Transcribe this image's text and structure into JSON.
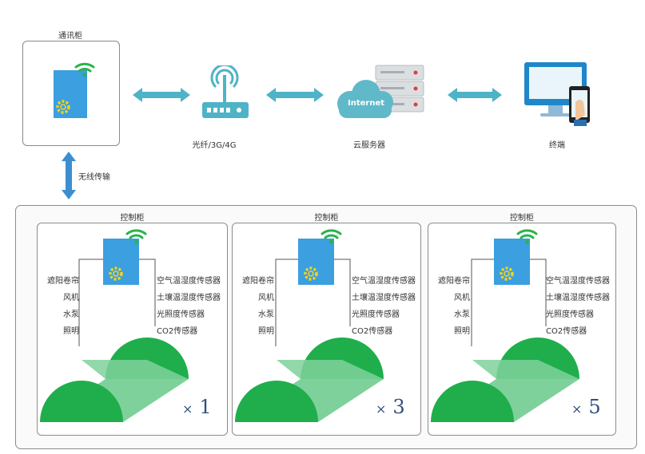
{
  "top": {
    "comm_cabinet_label": "通讯柜",
    "fiber_label": "光纤/3G/4G",
    "cloud_label": "云服务器",
    "cloud_text": "Internet",
    "terminal_label": "终端",
    "wireless_label": "无线传输"
  },
  "panels": [
    {
      "title": "控制柜",
      "actuators": [
        "遮阳卷帘",
        "风机",
        "水泵",
        "照明"
      ],
      "sensors": [
        "空气温湿度传感器",
        "土壤温湿度传感器",
        "光照度传感器",
        "CO2传感器"
      ],
      "multiplier_symbol": "×",
      "multiplier_value": "1"
    },
    {
      "title": "控制柜",
      "actuators": [
        "遮阳卷帘",
        "风机",
        "水泵",
        "照明"
      ],
      "sensors": [
        "空气温湿度传感器",
        "土壤温湿度传感器",
        "光照度传感器",
        "CO2传感器"
      ],
      "multiplier_symbol": "×",
      "multiplier_value": "3"
    },
    {
      "title": "控制柜",
      "actuators": [
        "遮阳卷帘",
        "风机",
        "水泵",
        "照明"
      ],
      "sensors": [
        "空气温湿度传感器",
        "土壤温湿度传感器",
        "光照度传感器",
        "CO2传感器"
      ],
      "multiplier_symbol": "×",
      "multiplier_value": "5"
    }
  ],
  "colors": {
    "arrow": "#4fb3c7",
    "vertical_arrow": "#3b8fd0",
    "cabinet": "#3b9fe0",
    "gear": "#f4d21c",
    "wifi": "#2ab34a",
    "greenhouse_dark": "#1fae4b",
    "greenhouse_light": "#7fd19b",
    "router": "#4fb3c7",
    "monitor": "#1f87c8",
    "multiplier": "#2f4f7f"
  },
  "icons": {
    "cabinet": "cabinet-icon",
    "gear": "gear-icon",
    "wifi": "wifi-icon",
    "router": "router-icon",
    "cloud": "cloud-server-icon",
    "terminal": "monitor-phone-icon",
    "greenhouse": "greenhouse-icon"
  }
}
